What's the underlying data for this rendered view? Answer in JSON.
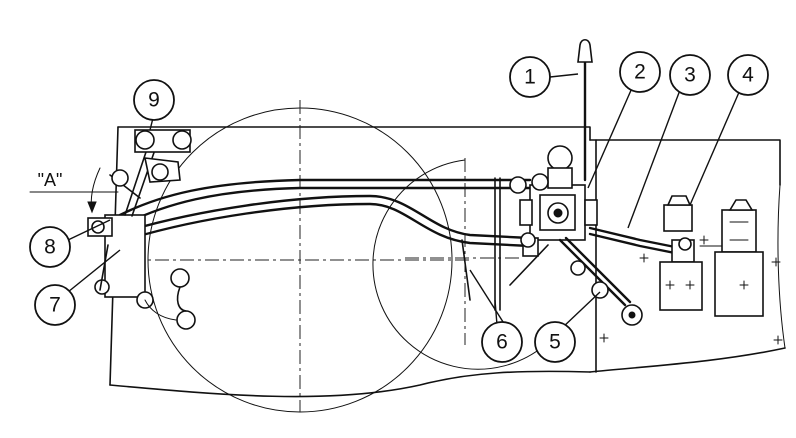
{
  "diagram": {
    "callouts": [
      {
        "id": "c1",
        "label": "1"
      },
      {
        "id": "c2",
        "label": "2"
      },
      {
        "id": "c3",
        "label": "3"
      },
      {
        "id": "c4",
        "label": "4"
      },
      {
        "id": "c5",
        "label": "5"
      },
      {
        "id": "c6",
        "label": "6"
      },
      {
        "id": "c7",
        "label": "7"
      },
      {
        "id": "c8",
        "label": "8"
      },
      {
        "id": "c9",
        "label": "9"
      }
    ],
    "dimension_label": "\"A\""
  }
}
